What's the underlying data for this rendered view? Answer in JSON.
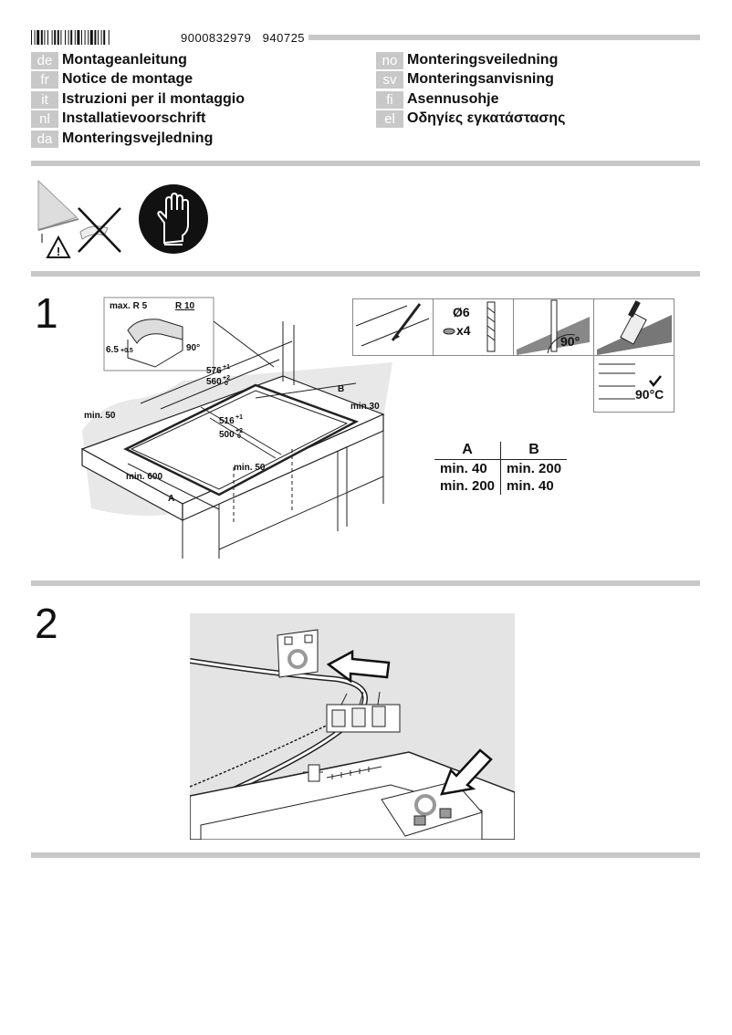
{
  "header": {
    "doc_number": "9000832979",
    "doc_code": "940725"
  },
  "languages_left": [
    {
      "code": "de",
      "title": "Montageanleitung"
    },
    {
      "code": "fr",
      "title": "Notice de montage"
    },
    {
      "code": "it",
      "title": "Istruzioni per il montaggio"
    },
    {
      "code": "nl",
      "title": "Installatievoorschrift"
    },
    {
      "code": "da",
      "title": "Monteringsvejledning"
    }
  ],
  "languages_right": [
    {
      "code": "no",
      "title": "Monteringsveiledning"
    },
    {
      "code": "sv",
      "title": "Monteringsanvisning"
    },
    {
      "code": "fi",
      "title": "Asennusohje"
    },
    {
      "code": "el",
      "title": "Οδηγίες εγκατάστασης"
    }
  ],
  "step1": {
    "number": "1",
    "detail": {
      "max_r": "max. R 5",
      "r10": "R 10",
      "thickness": "6.5",
      "thickness_tol": "+0.5",
      "angle": "90°"
    },
    "dims": {
      "w_outer": "576",
      "w_outer_tol": "+1",
      "w_inner": "560",
      "w_inner_tol": "+2",
      "w_inner_tol2": "0",
      "d_outer": "516",
      "d_outer_tol": "+1",
      "d_inner": "500",
      "d_inner_tol": "+2",
      "d_inner_tol2": "0",
      "min50_left": "min. 50",
      "min600": "min. 600",
      "min50_front": "min. 50",
      "min30": "min.30",
      "label_a": "A",
      "label_b": "B"
    },
    "tools": {
      "diameter": "Ø6",
      "count": "x4",
      "saw_angle": "90°",
      "temp": "90°C"
    },
    "table": {
      "headers": [
        "A",
        "B"
      ],
      "rows": [
        [
          "min. 40",
          "min. 200"
        ],
        [
          "min. 200",
          "min. 40"
        ]
      ]
    }
  },
  "step2": {
    "number": "2"
  }
}
